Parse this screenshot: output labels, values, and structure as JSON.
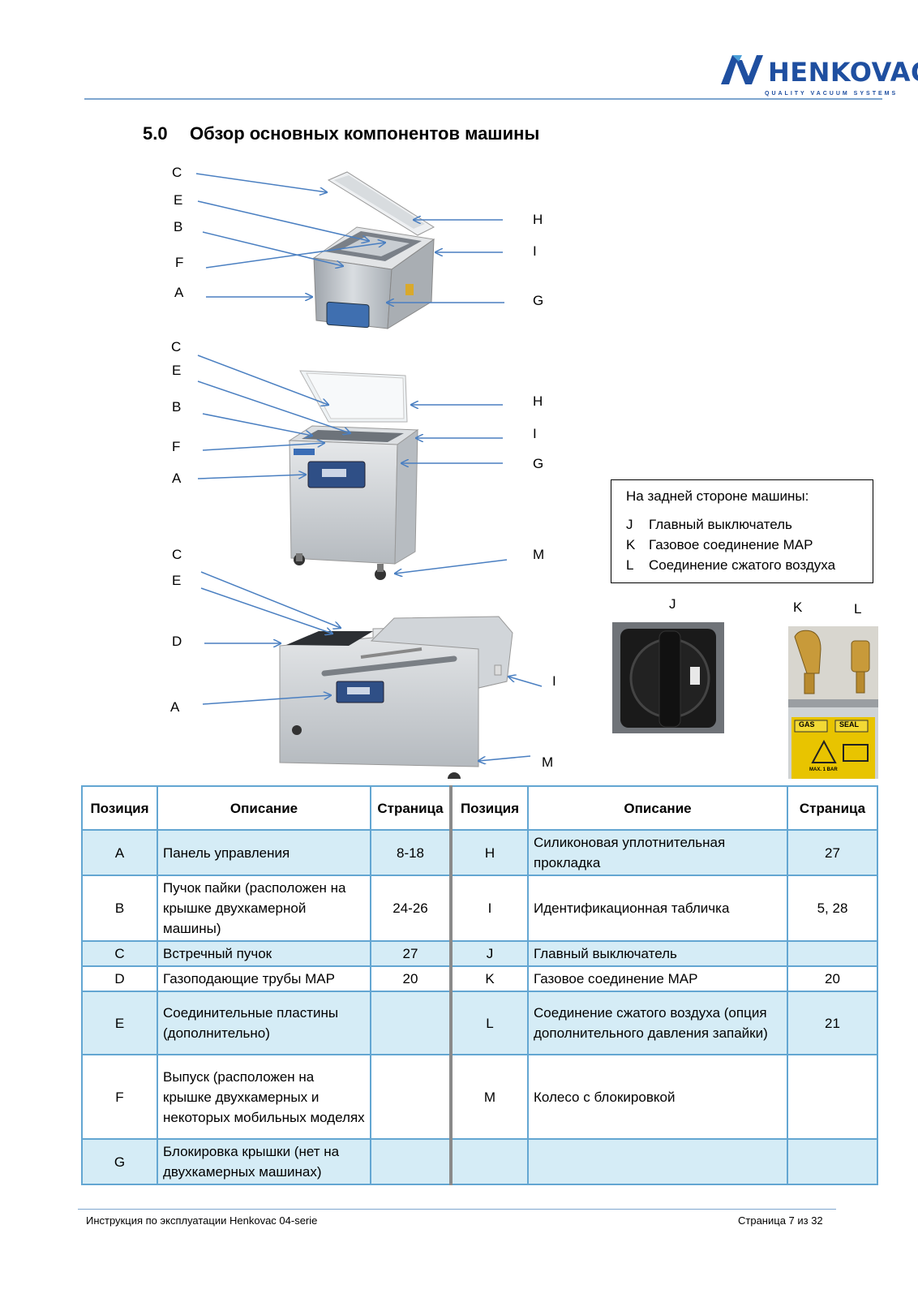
{
  "logo": {
    "text": "HENKOVAC",
    "tagline": "QUALITY VACUUM SYSTEMS"
  },
  "section": {
    "number": "5.0",
    "title": "Обзор основных компонентов машины"
  },
  "figure_labels": {
    "m1": {
      "C": "C",
      "E": "E",
      "B": "B",
      "F": "F",
      "A": "A",
      "H": "H",
      "I": "I",
      "G": "G"
    },
    "m2": {
      "C": "C",
      "E": "E",
      "B": "B",
      "F": "F",
      "A": "A",
      "H": "H",
      "I": "I",
      "G": "G"
    },
    "m3": {
      "C": "C",
      "E": "E",
      "D": "D",
      "A": "A",
      "M": "M",
      "I": "I",
      "M2": "M"
    },
    "rear": {
      "J": "J",
      "K": "K",
      "L": "L"
    }
  },
  "rear_info": {
    "heading": "На задней стороне машины:",
    "items": [
      {
        "key": "J",
        "text": "Главный выключатель"
      },
      {
        "key": "K",
        "text": "Газовое соединение MAP"
      },
      {
        "key": "L",
        "text": "Соединение сжатого воздуха"
      }
    ]
  },
  "rear_images": {
    "gas_label": "GAS",
    "seal_label": "SEAL",
    "max_label": "MAX. 1 BAR"
  },
  "table": {
    "headers": [
      "Позиция",
      "Описание",
      "Страница",
      "Позиция",
      "Описание",
      "Страница"
    ],
    "rows": [
      [
        "A",
        "Панель управления",
        "8-18",
        "H",
        "Силиконовая уплотнительная прокладка",
        "27"
      ],
      [
        "B",
        "Пучок пайки (расположен на крышке двухкамерной машины)",
        "24-26",
        "I",
        "Идентификационная табличка",
        "5, 28"
      ],
      [
        "C",
        "Встречный пучок",
        "27",
        "J",
        "Главный выключатель",
        ""
      ],
      [
        "D",
        "Газоподающие трубы MAP",
        "20",
        "K",
        "Газовое соединение MAP",
        "20"
      ],
      [
        "E",
        "Соединительные пластины (дополнительно)",
        "",
        "L",
        "Соединение сжатого воздуха (опция дополнительного давления запайки)",
        "21"
      ],
      [
        "F",
        "Выпуск (расположен на крышке двухкамерных и некоторых мобильных моделях",
        "",
        "M",
        "Колесо с блокировкой",
        ""
      ],
      [
        "G",
        "Блокировка крышки (нет на двухкамерных машинах)",
        "",
        "",
        "",
        ""
      ]
    ]
  },
  "footer": {
    "left": "Инструкция по эксплуатации Henkovac 04-serie",
    "right": "Страница 7 из 32"
  },
  "colors": {
    "brand": "#1f4fa0",
    "arrow": "#4a7fc1",
    "table_border": "#63a6d2",
    "row_fill": "#d5ecf6"
  }
}
